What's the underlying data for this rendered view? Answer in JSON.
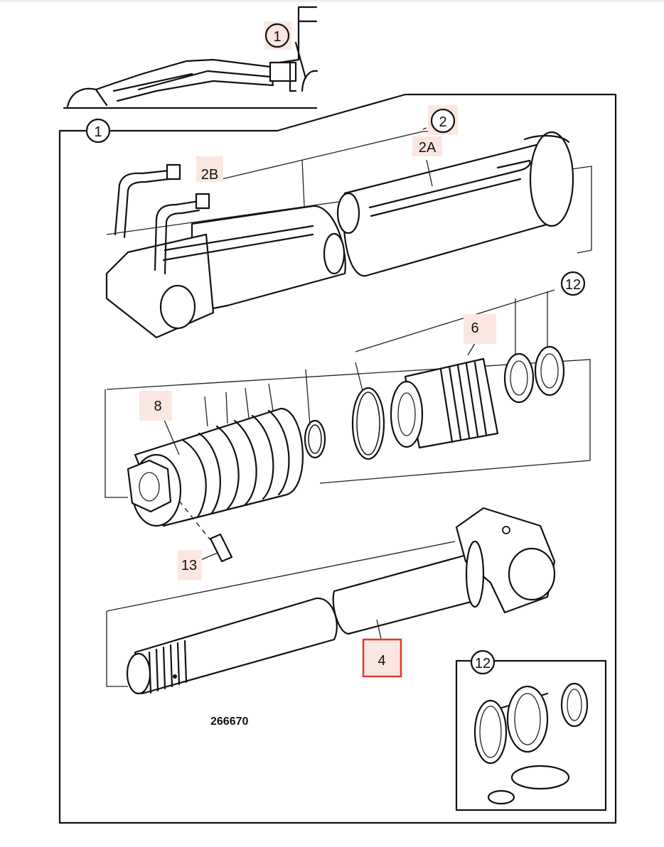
{
  "callouts": {
    "c1_top": "1",
    "c1_frame": "1",
    "c2": "2",
    "c2a": "2A",
    "c2b": "2B",
    "c12_top": "12",
    "c6": "6",
    "c8": "8",
    "c13": "13",
    "c4": "4",
    "c12_inset": "12"
  },
  "figure_number": "266670",
  "selected_callout": "4",
  "colors": {
    "line": "#111111",
    "label_highlight": "#fbe7e2",
    "selection_border": "#e03a2a"
  }
}
